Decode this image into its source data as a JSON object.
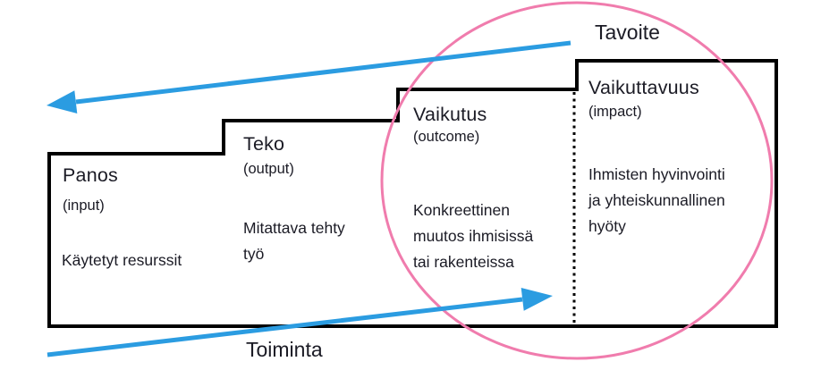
{
  "colors": {
    "arrow_blue": "#2b9ce1",
    "circle_pink": "#f07cad",
    "outline_black": "#000000",
    "text_ink": "#1b1b25"
  },
  "flow": {
    "goal_label": "Tavoite",
    "activity_label": "Toiminta"
  },
  "steps": [
    {
      "id": "panos",
      "title": "Panos",
      "subtitle": "(input)",
      "description": "Käytetyt resurssit"
    },
    {
      "id": "teko",
      "title": "Teko",
      "subtitle": "(output)",
      "description": "Mitattava tehty\ntyö"
    },
    {
      "id": "vaikutus",
      "title": "Vaikutus",
      "subtitle": "(outcome)",
      "description": "Konkreettinen\nmuutos ihmisissä\ntai rakenteissa"
    },
    {
      "id": "vaikuttavuus",
      "title": "Vaikuttavuus",
      "subtitle": "(impact)",
      "description": "Ihmisten hyvinvointi\nja yhteiskunnallinen\nhyöty"
    }
  ]
}
